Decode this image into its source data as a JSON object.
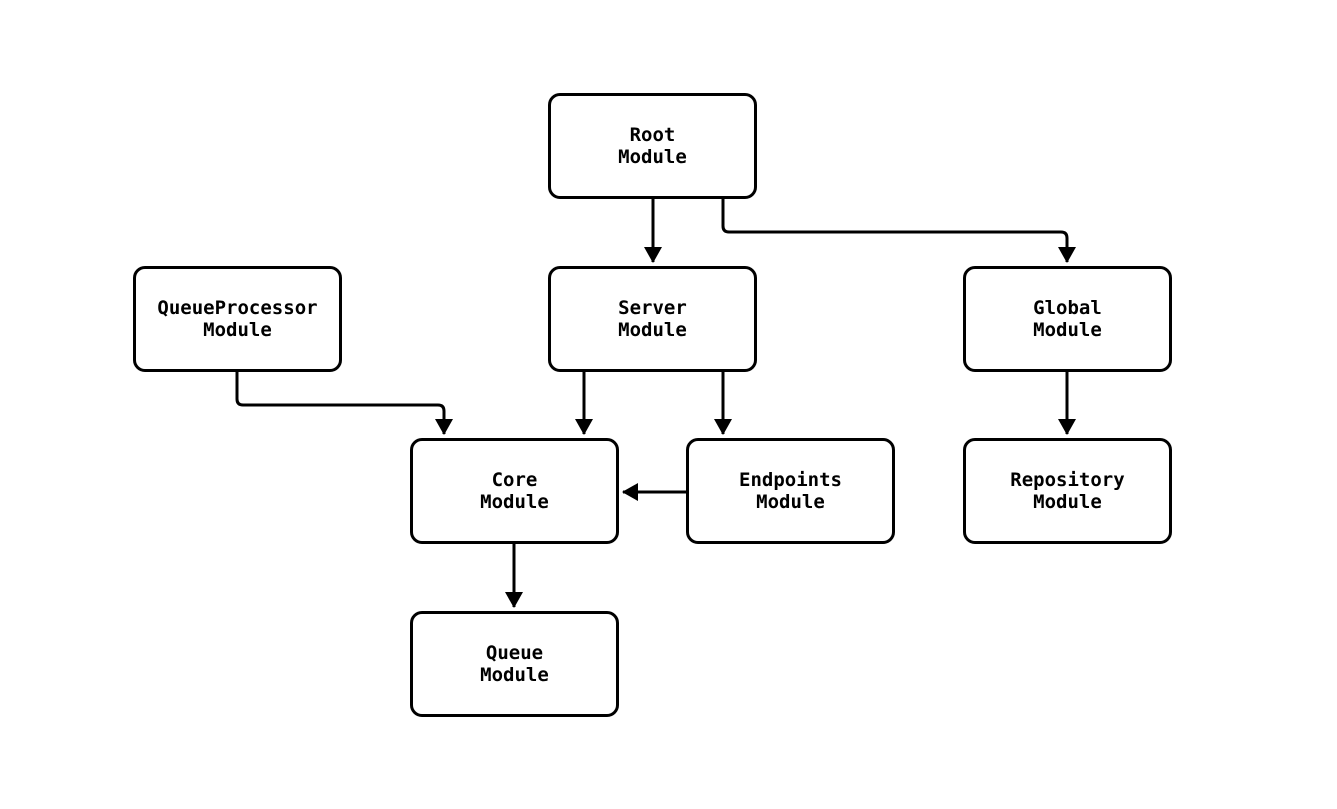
{
  "diagram": {
    "type": "module-dependency-flowchart",
    "background_color": "#ffffff",
    "node_fill_color": "#ffffff",
    "node_border_color": "#000000",
    "edge_color": "#000000",
    "text_color": "#000000"
  },
  "nodes": {
    "root": {
      "label": "Root\nModule"
    },
    "queueprocessor": {
      "label": "QueueProcessor\nModule"
    },
    "server": {
      "label": "Server\nModule"
    },
    "global": {
      "label": "Global\nModule"
    },
    "core": {
      "label": "Core\nModule"
    },
    "endpoints": {
      "label": "Endpoints\nModule"
    },
    "repository": {
      "label": "Repository\nModule"
    },
    "queue": {
      "label": "Queue\nModule"
    }
  },
  "edges": [
    {
      "from": "Root Module",
      "to": "Server Module"
    },
    {
      "from": "Root Module",
      "to": "Global Module"
    },
    {
      "from": "QueueProcessor Module",
      "to": "Core Module"
    },
    {
      "from": "Server Module",
      "to": "Core Module"
    },
    {
      "from": "Server Module",
      "to": "Endpoints Module"
    },
    {
      "from": "Endpoints Module",
      "to": "Core Module"
    },
    {
      "from": "Global Module",
      "to": "Repository Module"
    },
    {
      "from": "Core Module",
      "to": "Queue Module"
    }
  ]
}
